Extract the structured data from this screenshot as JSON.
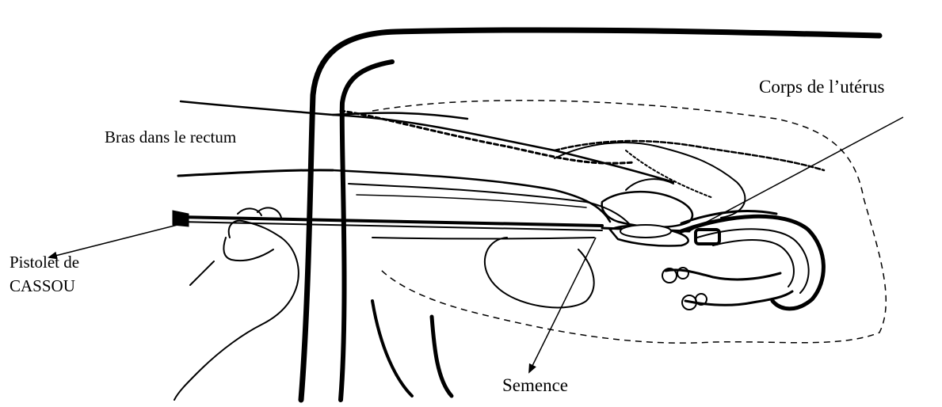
{
  "diagram": {
    "labels": {
      "bras": "Bras dans le rectum",
      "corps": "Corps de l’utérus",
      "pistolet_line1": "Pistolet de",
      "pistolet_line2": "CASSOU",
      "semence": "Semence"
    },
    "stroke_color": "#000000",
    "background_color": "#ffffff"
  }
}
